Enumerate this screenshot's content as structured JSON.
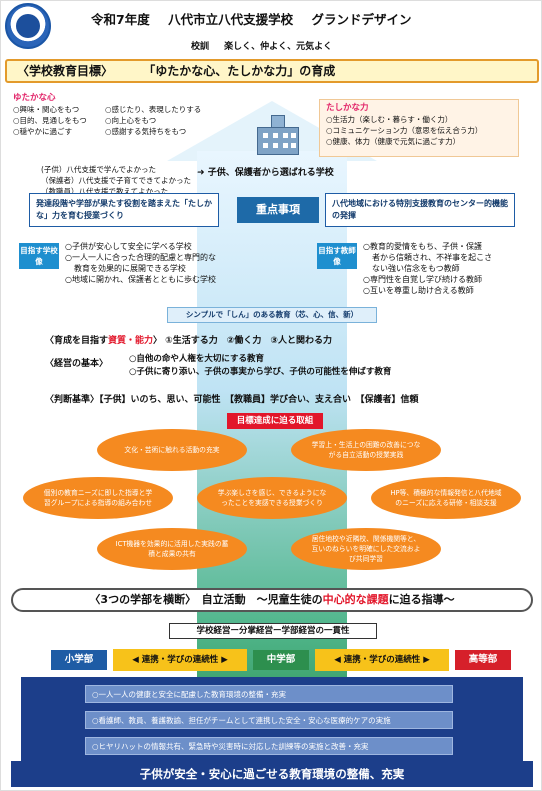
{
  "header": {
    "year": "令和7年度",
    "school": "八代市立八代支援学校",
    "design": "グランドデザイン",
    "motto_label": "校訓",
    "motto": "楽しく、仲よく、元気よく"
  },
  "goal": {
    "label": "〈学校教育目標〉",
    "text": "「ゆたかな心、たしかな力」の育成"
  },
  "warm_heart": {
    "title": "ゆたかな心",
    "items": [
      "○興味・関心をもつ",
      "○感じたり、表現したりする",
      "○目的、見通しをもつ",
      "○向上心をもつ",
      "○穏やかに過ごす",
      "○感謝する気持ちをもつ"
    ]
  },
  "firm_power": {
    "title": "たしかな力",
    "items": [
      "○生活力（楽しむ・暮らす・働く力）",
      "○コミュニケーション力（意思を伝え合う力）",
      "○健康、体力（健康で元気に過ごす力）"
    ]
  },
  "support": {
    "lines": [
      "(子供）八代支援で学んでよかった",
      "（保護者）八代支援で子育てできてよかった",
      "（教職員）八代支援で教えてよかった"
    ],
    "chosen": "子供、保護者から選ばれる学校"
  },
  "priority": {
    "label": "重点事項",
    "left": "発達段階や学部が果たす役割を踏まえた「たしかな」力を育む授業づくり",
    "right": "八代地域における特別支援教育のセンター的機能の発揮"
  },
  "student_image": {
    "tag": "目指す学校像",
    "items": [
      "○子供が安心して安全に学べる学校",
      "○一人一人に合った合理的配慮と専門的な",
      "教育を効果的に展開できる学校",
      "○地域に開かれ、保護者とともに歩む学校"
    ]
  },
  "teacher_image": {
    "tag": "目指す教師像",
    "items": [
      "○教育的愛情をもち、子供・保護",
      "者から信頼され、不祥事を起こさ",
      "ない強い信念をもつ教師",
      "○専門性を自覚し学び続ける教師",
      "○互いを尊重し助け合える教師"
    ]
  },
  "simple": "シンプルで「しん」のある教育（芯、心、信、新）",
  "abilities": {
    "label": "〈育成を目指す",
    "accent": "資質・能力",
    "rest": "〉 ①生活する力　②働く力　③人と関わる力"
  },
  "basics": {
    "label": "〈経営の基本〉",
    "items": [
      "○自他の命や人権を大切にする教育",
      "○子供に寄り添い、子供の事実から学び、子供の可能性を伸ばす教育"
    ]
  },
  "criteria": "〈判断基準〉【子供】いのち、思い、可能性　【教職員】学び合い、支え合い　【保護者】信頼",
  "efforts": {
    "title": "目標達成に迫る取組",
    "items": [
      "文化・芸術に触れる活動の充実",
      "学習上・生活上の困難の改善につながる自立活動の授業実践",
      "個別の教育ニーズに即した指導と学習グループによる指導の組み合わせ",
      "学ぶ楽しさを感じ、できるようになったことを実感できる授業づくり",
      "HP等、積極的な情報発信と八代地域のニーズに応える研修・相談支援",
      "ICT機器を効果的に活用した実践の蓄積と成果の共有",
      "居住地校や近隣校、関係機関等と、互いのねらいを明確にした交流および共同学習"
    ]
  },
  "cross": {
    "before": "〈3つの学部を横断〉　自立活動　〜児童生徒の",
    "accent": "中心的な課題",
    "after": "に迫る指導〜"
  },
  "management": "学校経営ー分掌経営ー学部経営の一貫性",
  "departments": {
    "elementary": "小学部",
    "junior": "中学部",
    "senior": "高等部",
    "link": "連携・学びの連続性"
  },
  "environment": {
    "items": [
      "○一人一人の健康と安全に配慮した教育環境の整備・充実",
      "○看護師、教員、養護教諭、担任がチームとして連携した安全・安心な医療的ケアの実施",
      "○ヒヤリハットの情報共有、緊急時や災害時に対応した訓練等の実施と改善・充実"
    ],
    "footer": "子供が安全・安心に過ごせる教育環境の整備、充実"
  },
  "colors": {
    "accent_red": "#e2162a",
    "pink": "#e2266a",
    "orange": "#f58a20",
    "navy": "#1c3e8a",
    "green": "#2d8f4e"
  }
}
